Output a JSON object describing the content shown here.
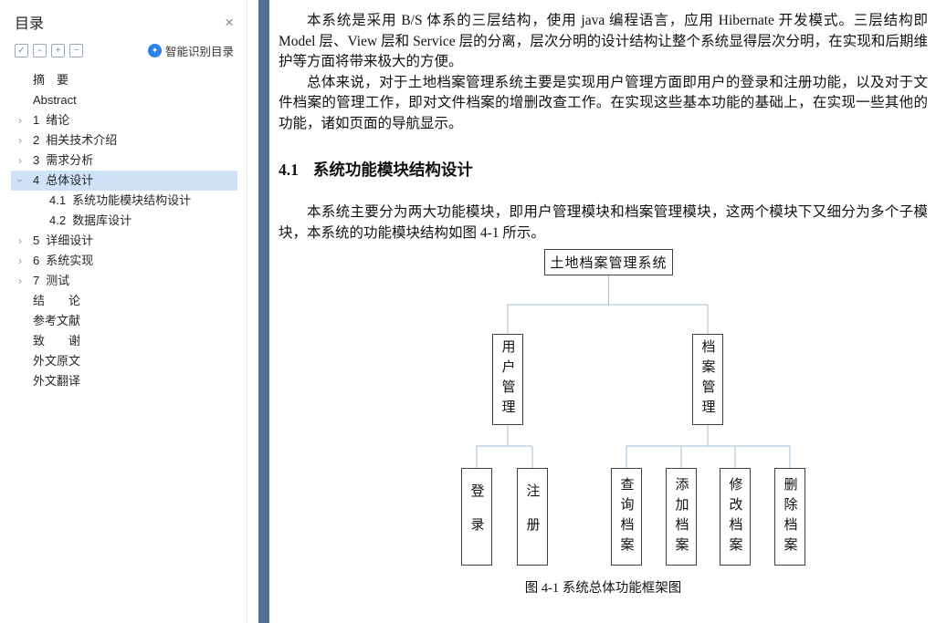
{
  "sidebar": {
    "title": "目录",
    "smart_toc_label": "智能识别目录",
    "items": [
      {
        "num": "",
        "label": "摘　要",
        "chevron": "none",
        "indent": 0,
        "selected": false
      },
      {
        "num": "",
        "label": "Abstract",
        "chevron": "none",
        "indent": 0,
        "selected": false
      },
      {
        "num": "1",
        "label": "绪论",
        "chevron": "right",
        "indent": 0,
        "selected": false
      },
      {
        "num": "2",
        "label": "相关技术介绍",
        "chevron": "right",
        "indent": 0,
        "selected": false
      },
      {
        "num": "3",
        "label": "需求分析",
        "chevron": "right",
        "indent": 0,
        "selected": false
      },
      {
        "num": "4",
        "label": "总体设计",
        "chevron": "down",
        "indent": 0,
        "selected": true
      },
      {
        "num": "4.1",
        "label": "系统功能模块结构设计",
        "chevron": "none",
        "indent": 1,
        "selected": false
      },
      {
        "num": "4.2",
        "label": "数据库设计",
        "chevron": "none",
        "indent": 1,
        "selected": false
      },
      {
        "num": "5",
        "label": "详细设计",
        "chevron": "right",
        "indent": 0,
        "selected": false
      },
      {
        "num": "6",
        "label": "系统实现",
        "chevron": "right",
        "indent": 0,
        "selected": false
      },
      {
        "num": "7",
        "label": "测试",
        "chevron": "right",
        "indent": 0,
        "selected": false
      },
      {
        "num": "",
        "label": "结　　论",
        "chevron": "none",
        "indent": 0,
        "selected": false
      },
      {
        "num": "",
        "label": "参考文献",
        "chevron": "none",
        "indent": 0,
        "selected": false
      },
      {
        "num": "",
        "label": "致　　谢",
        "chevron": "none",
        "indent": 0,
        "selected": false
      },
      {
        "num": "",
        "label": "外文原文",
        "chevron": "none",
        "indent": 0,
        "selected": false
      },
      {
        "num": "",
        "label": "外文翻译",
        "chevron": "none",
        "indent": 0,
        "selected": false
      }
    ]
  },
  "document": {
    "paragraphs": [
      "本系统是采用 B/S 体系的三层结构，使用 java 编程语言，应用 Hibernate 开发模式。三层结构即 Model 层、View 层和 Service 层的分离，层次分明的设计结构让整个系统显得层次分明，在实现和后期维护等方面将带来极大的方便。",
      "总体来说，对于土地档案管理系统主要是实现用户管理方面即用户的登录和注册功能，以及对于文件档案的管理工作，即对文件档案的增删改查工作。在实现这些基本功能的基础上，在实现一些其他的功能，诸如页面的导航显示。",
      "本系统主要分为两大功能模块，即用户管理模块和档案管理模块，这两个模块下又细分为多个子模块，本系统的功能模块结构如图 4-1 所示。"
    ],
    "heading_number": "4.1",
    "heading_text": "系统功能模块结构设计",
    "figure_caption": "图 4-1 系统总体功能框架图"
  },
  "diagram": {
    "root": "土地档案管理系统",
    "branches": [
      {
        "label": "用户管理",
        "children": [
          "登录",
          "注册"
        ]
      },
      {
        "label": "档案管理",
        "children": [
          "查询档案",
          "添加档案",
          "修改档案",
          "删除档案"
        ]
      }
    ]
  },
  "colors": {
    "selection_bg": "#cfe2f8",
    "scrollbar_blue": "#517196",
    "connector_line": "#9fc0da",
    "smart_icon_blue": "#2a82e4"
  }
}
